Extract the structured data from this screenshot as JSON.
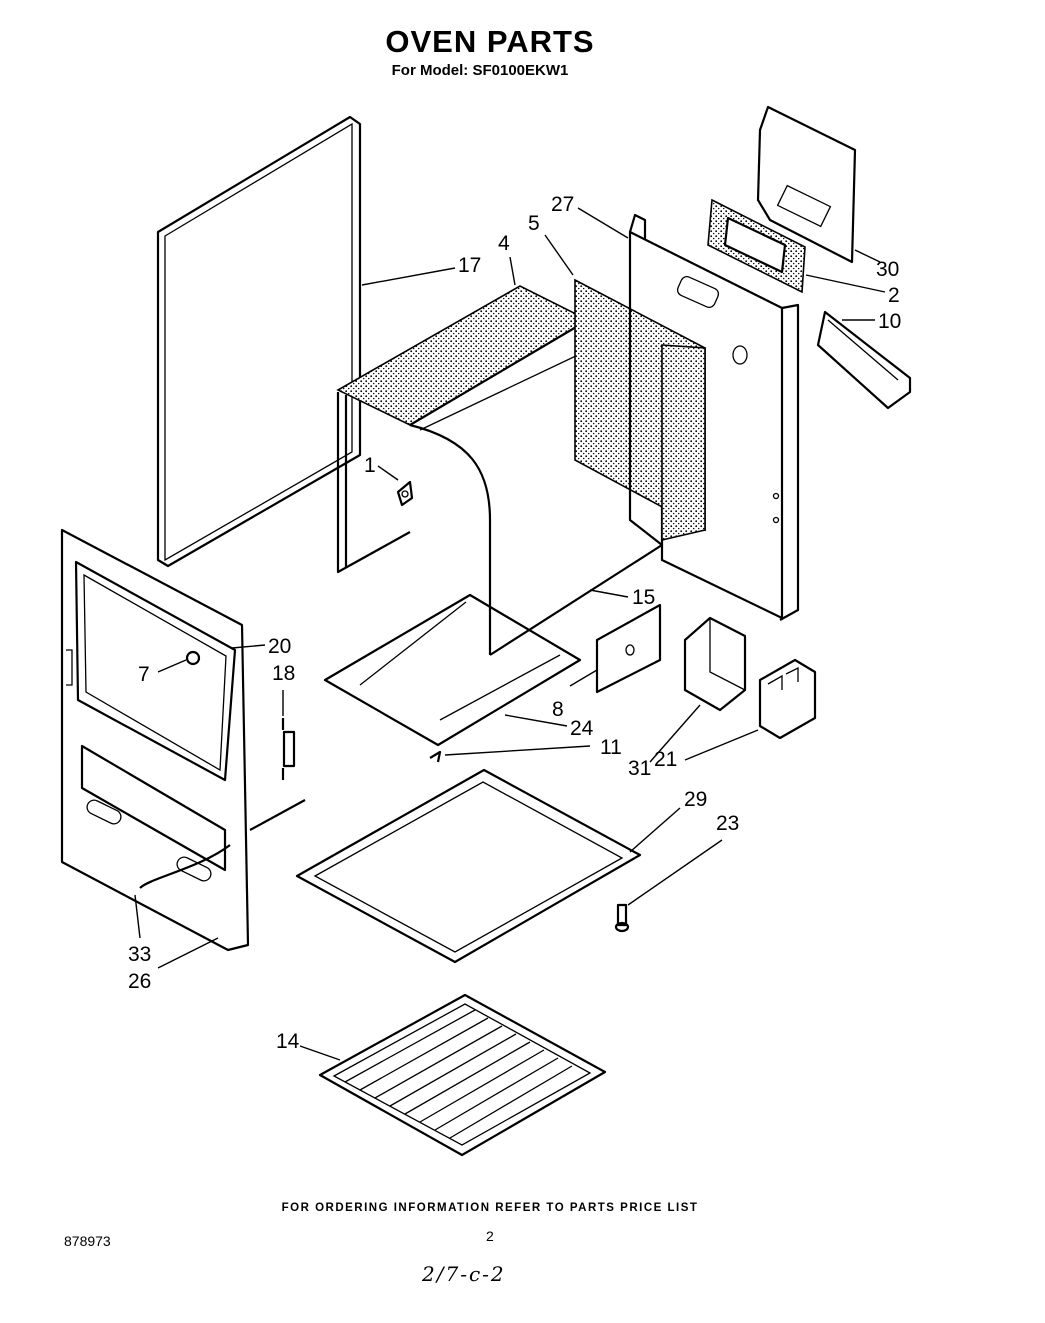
{
  "header": {
    "title": "OVEN PARTS",
    "model_line": "For Model: SF0100EKW1"
  },
  "footer": {
    "ordering_note": "FOR ORDERING INFORMATION REFER TO PARTS PRICE LIST",
    "document_number": "878973",
    "page_number": "2",
    "handwritten_note": "2/7-c-2"
  },
  "callouts": {
    "c1": "1",
    "c2": "2",
    "c4": "4",
    "c5": "5",
    "c7": "7",
    "c8": "8",
    "c10": "10",
    "c11": "11",
    "c14": "14",
    "c15": "15",
    "c17": "17",
    "c18": "18",
    "c20": "20",
    "c21": "21",
    "c23": "23",
    "c24": "24",
    "c26": "26",
    "c27": "27",
    "c29": "29",
    "c30": "30",
    "c31": "31",
    "c33": "33"
  }
}
